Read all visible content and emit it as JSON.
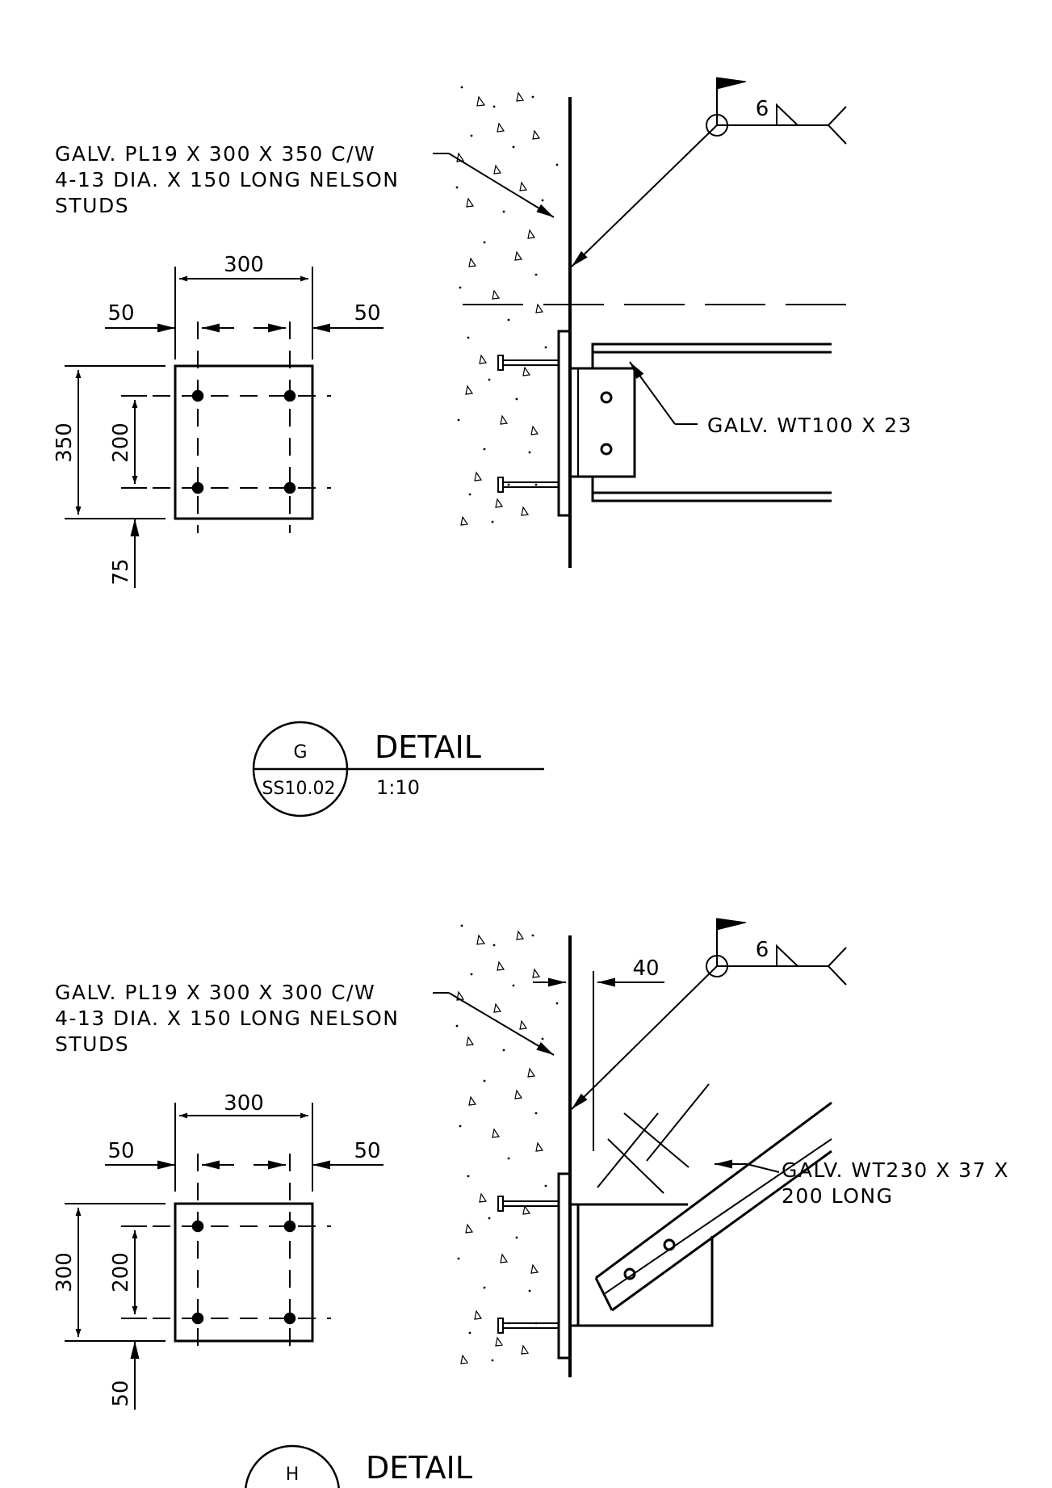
{
  "detail_g": {
    "note_line1": "GALV. PL19 X 300 X 350 C/W",
    "note_line2": "4-13 DIA. X 150 LONG NELSON",
    "note_line3": "STUDS",
    "dim_width": "300",
    "dim_left_edge": "50",
    "dim_right_edge": "50",
    "dim_height": "350",
    "dim_stud_spacing": "200",
    "dim_bottom_edge": "75",
    "weld_size": "6",
    "member_label": "GALV. WT100 X 23",
    "title": "DETAIL",
    "marker_letter": "G",
    "sheet_ref": "SS10.02",
    "scale": "1:10"
  },
  "detail_h": {
    "note_line1": "GALV. PL19 X 300 X 300 C/W",
    "note_line2": "4-13 DIA. X 150 LONG NELSON",
    "note_line3": "STUDS",
    "dim_width": "300",
    "dim_left_edge": "50",
    "dim_right_edge": "50",
    "dim_height": "300",
    "dim_stud_spacing": "200",
    "dim_bottom_edge": "50",
    "dim_offset": "40",
    "weld_size": "6",
    "member_label_line1": "GALV. WT230 X 37 X",
    "member_label_line2": "200 LONG",
    "title": "DETAIL",
    "marker_letter": "H"
  }
}
